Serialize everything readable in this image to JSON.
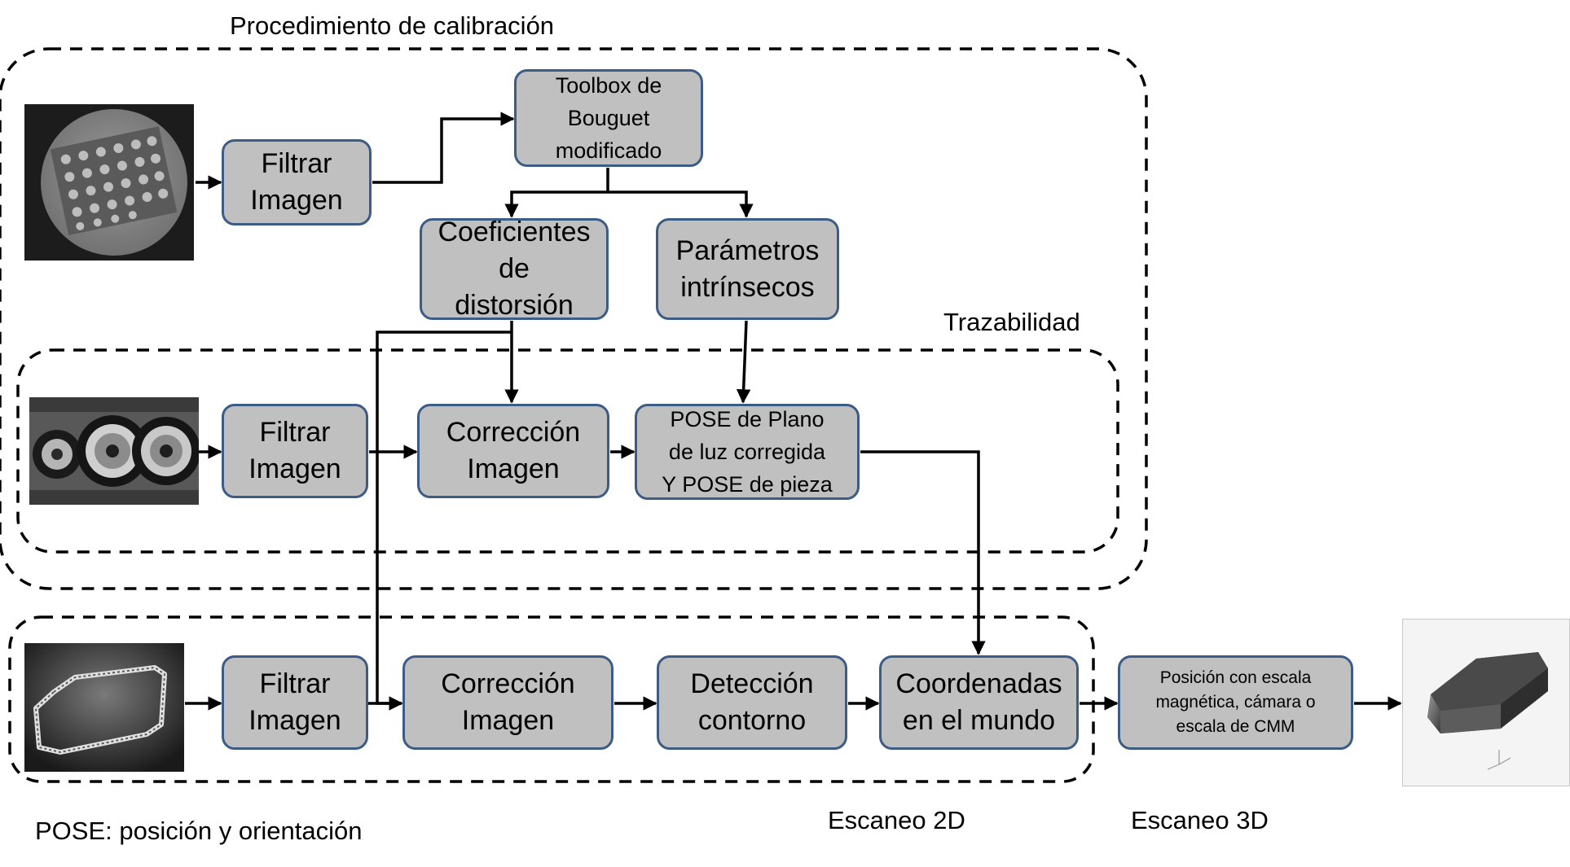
{
  "groups": {
    "calibration": "Procedimiento de calibración",
    "traceability": "Trazabilidad",
    "scan2d": "Escaneo 2D",
    "scan3d": "Escaneo 3D"
  },
  "note": "POSE: posición y orientación",
  "boxes": {
    "cal_filter": "Filtrar\nImagen",
    "toolbox": "Toolbox de\nBouguet\nmodificado",
    "distortion": "Coeficientes\nde\ndistorsión",
    "intrinsics": "Parámetros\nintrínsecos",
    "trz_filter": "Filtrar\nImagen",
    "trz_correction": "Corrección\nImagen",
    "pose": "POSE de Plano\nde luz corregida\nY POSE de pieza",
    "scan_filter": "Filtrar\nImagen",
    "scan_correction": "Corrección\nImagen",
    "contour": "Detección\ncontorno",
    "world": "Coordenadas\nen el mundo",
    "position": "Posición con escala\nmagnética, cámara o\nescala de CMM"
  },
  "images": {
    "calibration_plate": "calibration-dot-grid-photo",
    "pulleys": "pulleys-part-photo",
    "loop": "rope-loop-part-photo",
    "model_3d": "3d-scan-model-render"
  },
  "colors": {
    "box_fill": "#c0c0c0",
    "box_border": "#3c5b85",
    "line": "#000000"
  }
}
